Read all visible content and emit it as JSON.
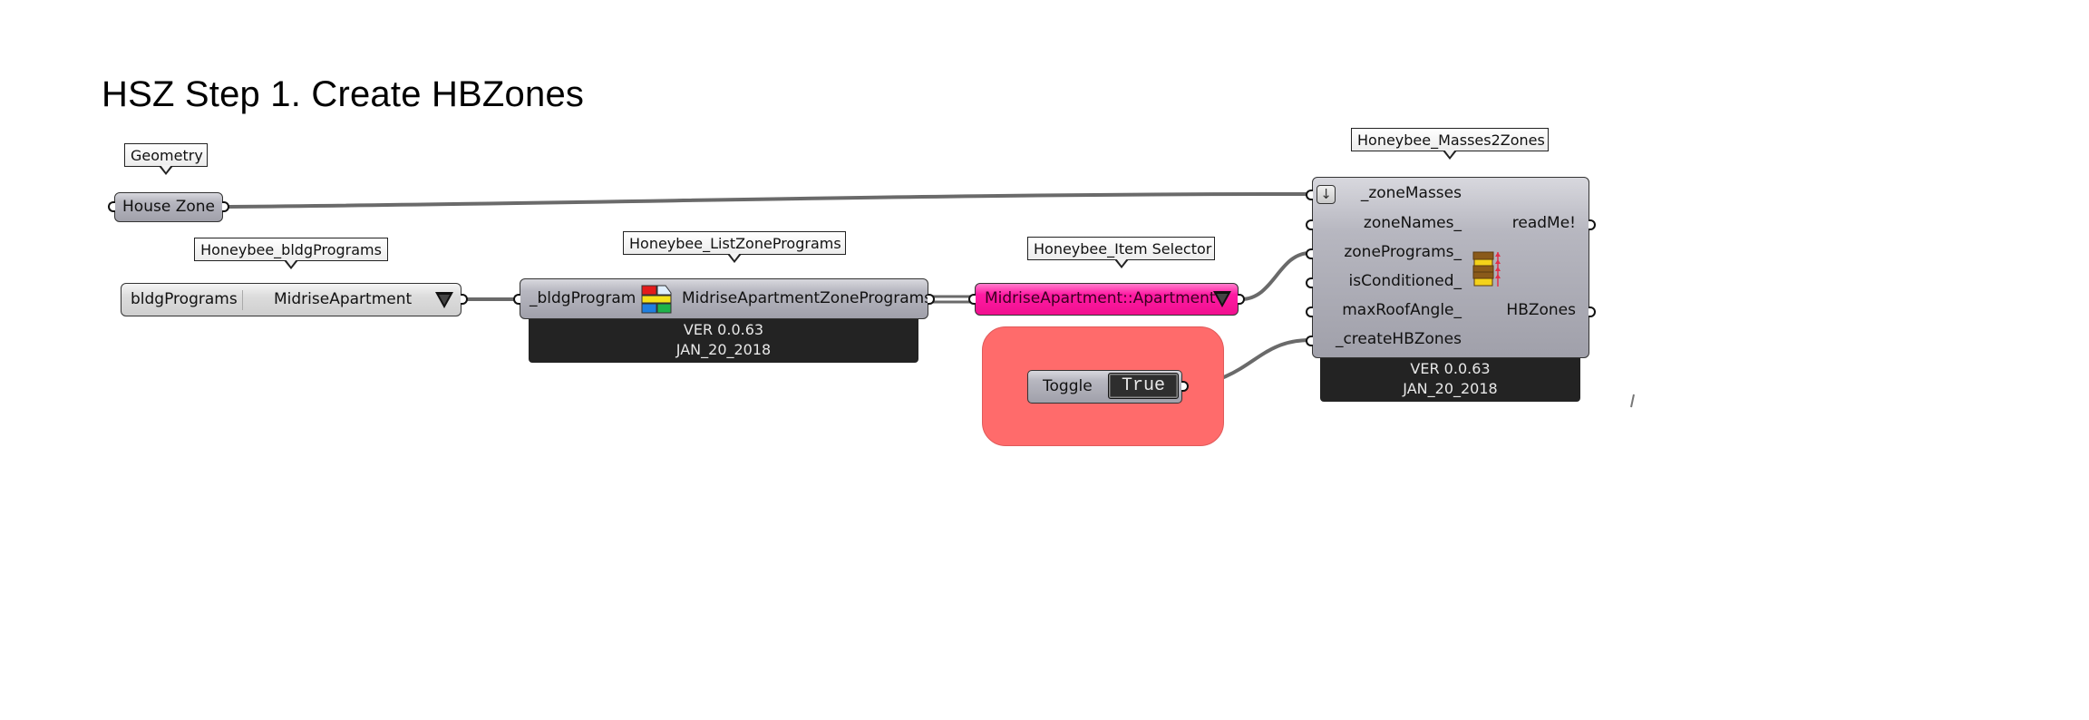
{
  "canvas": {
    "title": "HSZ Step 1. Create HBZones"
  },
  "components": {
    "geometry": {
      "callout": "Geometry",
      "name": "House Zone"
    },
    "bldg_programs": {
      "callout": "Honeybee_bldgPrograms",
      "label": "bldgPrograms",
      "selected_value": "MidriseApartment",
      "dropdown_icon": "triangle-down-icon"
    },
    "list_zone_programs": {
      "callout": "Honeybee_ListZonePrograms",
      "input": "_bldgProgram",
      "output": "MidriseApartmentZonePrograms",
      "icon": "zone-programs-icon",
      "version": "VER 0.0.63",
      "date": "JAN_20_2018"
    },
    "item_selector": {
      "callout": "Honeybee_Item Selector",
      "selected_value": "MidriseApartment::Apartment",
      "dropdown_icon": "triangle-down-icon",
      "color": "#ff1aa3"
    },
    "toggle": {
      "label": "Toggle",
      "value": "True",
      "group_color": "#ff6b6b"
    },
    "masses2zones": {
      "callout": "Honeybee_Masses2Zones",
      "inputs": [
        "_zoneMasses",
        "zoneNames_",
        "zonePrograms_",
        "isConditioned_",
        "maxRoofAngle_",
        "_createHBZones"
      ],
      "outputs": [
        "readMe!",
        "HBZones"
      ],
      "icon": "masses-to-zones-icon",
      "flatten_icon": "arrow-down-icon",
      "version": "VER 0.0.63",
      "date": "JAN_20_2018"
    }
  }
}
